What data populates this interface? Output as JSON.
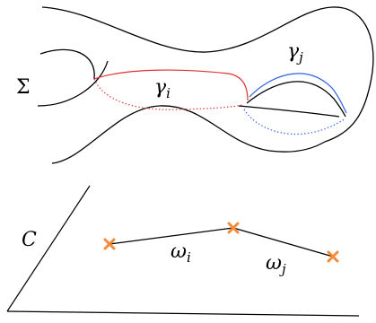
{
  "surface": {
    "label": "Σ",
    "cycles": [
      {
        "base": "γ",
        "sub": "i",
        "color": "#e03030"
      },
      {
        "base": "γ",
        "sub": "j",
        "color": "#2e62e0"
      }
    ]
  },
  "base_curve": {
    "label": "C",
    "segments": [
      {
        "base": "ω",
        "sub": "i"
      },
      {
        "base": "ω",
        "sub": "j"
      }
    ],
    "branch_point_color": "#f28c3a"
  }
}
